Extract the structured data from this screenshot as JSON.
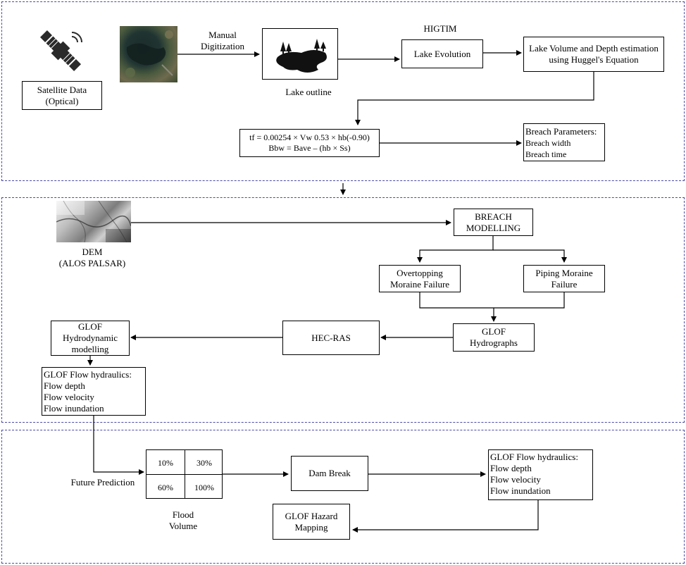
{
  "inputs": {
    "satellite_label": [
      "Satellite Data",
      "(Optical)"
    ],
    "manual_digitization": [
      "Manual",
      "Digitization"
    ],
    "lake_outline": "Lake outline",
    "higtim": "HIGTIM",
    "lake_evolution": "Lake Evolution",
    "lake_volume": [
      "Lake Volume and Depth estimation",
      "using Huggel's Equation"
    ],
    "equations": [
      "tf = 0.00254 × Vw 0.53 × hb(-0.90)",
      "Bbw = Bave – (hb × Ss)"
    ],
    "breach_params": [
      "Breach Parameters:",
      "Breach width",
      "Breach time"
    ]
  },
  "modelling": {
    "dem_label": [
      "DEM",
      "(ALOS PALSAR)"
    ],
    "breach_modelling": [
      "BREACH",
      "MODELLING"
    ],
    "overtopping": [
      "Overtopping",
      "Moraine Failure"
    ],
    "piping": [
      "Piping Moraine",
      "Failure"
    ],
    "glof_hydrographs": [
      "GLOF",
      "Hydrographs"
    ],
    "hec_ras": "HEC-RAS",
    "glof_hydrodynamic": [
      "GLOF",
      "Hydrodynamic",
      "modelling"
    ],
    "flow_hydraulics": [
      "GLOF Flow hydraulics:",
      "Flow depth",
      "Flow velocity",
      "Flow inundation"
    ]
  },
  "prediction": {
    "future_prediction": "Future Prediction",
    "volume_cells": [
      "10%",
      "30%",
      "60%",
      "100%"
    ],
    "flood_volume": [
      "Flood",
      "Volume"
    ],
    "dam_break": "Dam Break",
    "flow_hydraulics": [
      "GLOF Flow hydraulics:",
      "Flow depth",
      "Flow velocity",
      "Flow inundation"
    ],
    "hazard_mapping": [
      "GLOF Hazard",
      "Mapping"
    ]
  },
  "icon_names": [
    "satellite-icon",
    "lake-outline-icon",
    "satellite-image",
    "dem-image"
  ]
}
